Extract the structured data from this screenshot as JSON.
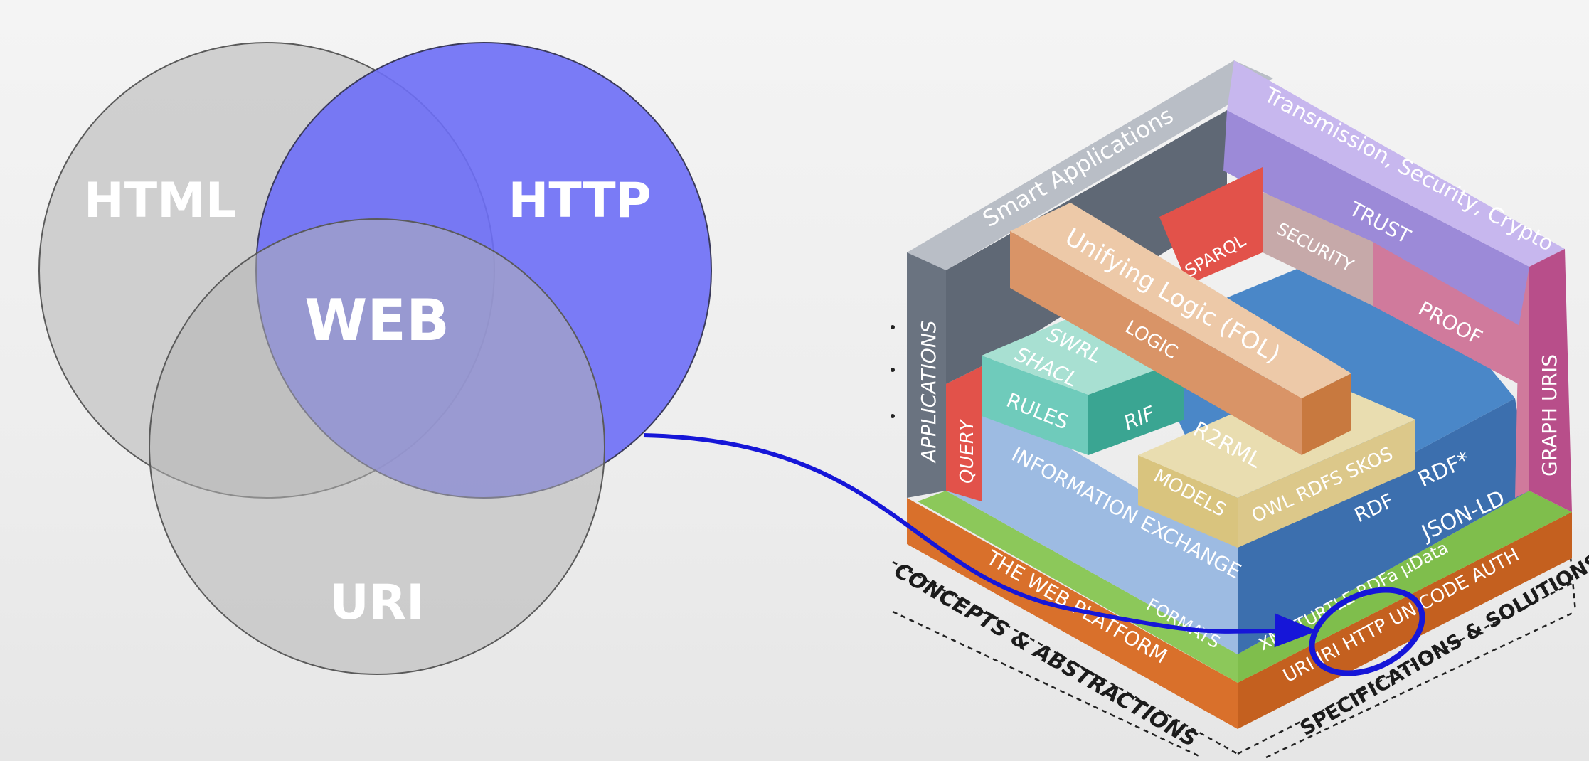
{
  "venn": {
    "labels": {
      "html": "HTML",
      "http": "HTTP",
      "web": "WEB",
      "uri": "URI"
    },
    "colors": {
      "gray": "#c8c8c8",
      "blue": "#6d6ef6",
      "outline": "#555555"
    }
  },
  "stack": {
    "concepts": "CONCEPTS & ABSTRACTIONS",
    "specs": "SPECIFICATIONS & SOLUTIONS",
    "smart_apps": "Smart Applications",
    "transmission": "Transmission, Security, Crypto",
    "applications": "APPLICATIONS",
    "graph_uris": "GRAPH URIS",
    "trust": "TRUST",
    "security": "SECURITY",
    "proof": "PROOF",
    "sparql": "SPARQL",
    "unifying_logic": "Unifying Logic (FOL)",
    "logic": "LOGIC",
    "swrl": "SWRL",
    "shacl": "SHACL",
    "rules": "RULES",
    "rif": "RIF",
    "query": "QUERY",
    "info_exchange": "INFORMATION EXCHANGE",
    "r2rml": "R2RML",
    "models": "MODELS",
    "owl_rdfs_skos": "OWL  RDFS  SKOS",
    "rdf": "RDF",
    "rdf_star": "RDF*",
    "json_ld": "JSON-LD",
    "web_platform": "THE WEB PLATFORM",
    "formats": "FORMATS",
    "xml_turtle": "XML  TURTLE  RDFa  µData",
    "uri_iri_http": "URI IRI  HTTP  UNICODE  AUTH",
    "colors": {
      "orange": "#d9702b",
      "green": "#8cc85a",
      "lightblue": "#9dbbe2",
      "blue": "#4a87c8",
      "darkblue": "#3c6fae",
      "slate": "#6a7380",
      "purple": "#9c8ad8",
      "lavender": "#c7b7ee",
      "pink": "#d07a9c",
      "red": "#e2524a",
      "tan": "#d99467",
      "cream": "#e9ddb0",
      "teal": "#5cbfb0",
      "mint": "#a8e0d2",
      "gray": "#b9bec6"
    }
  },
  "arrow": {
    "color": "#1616d8"
  }
}
